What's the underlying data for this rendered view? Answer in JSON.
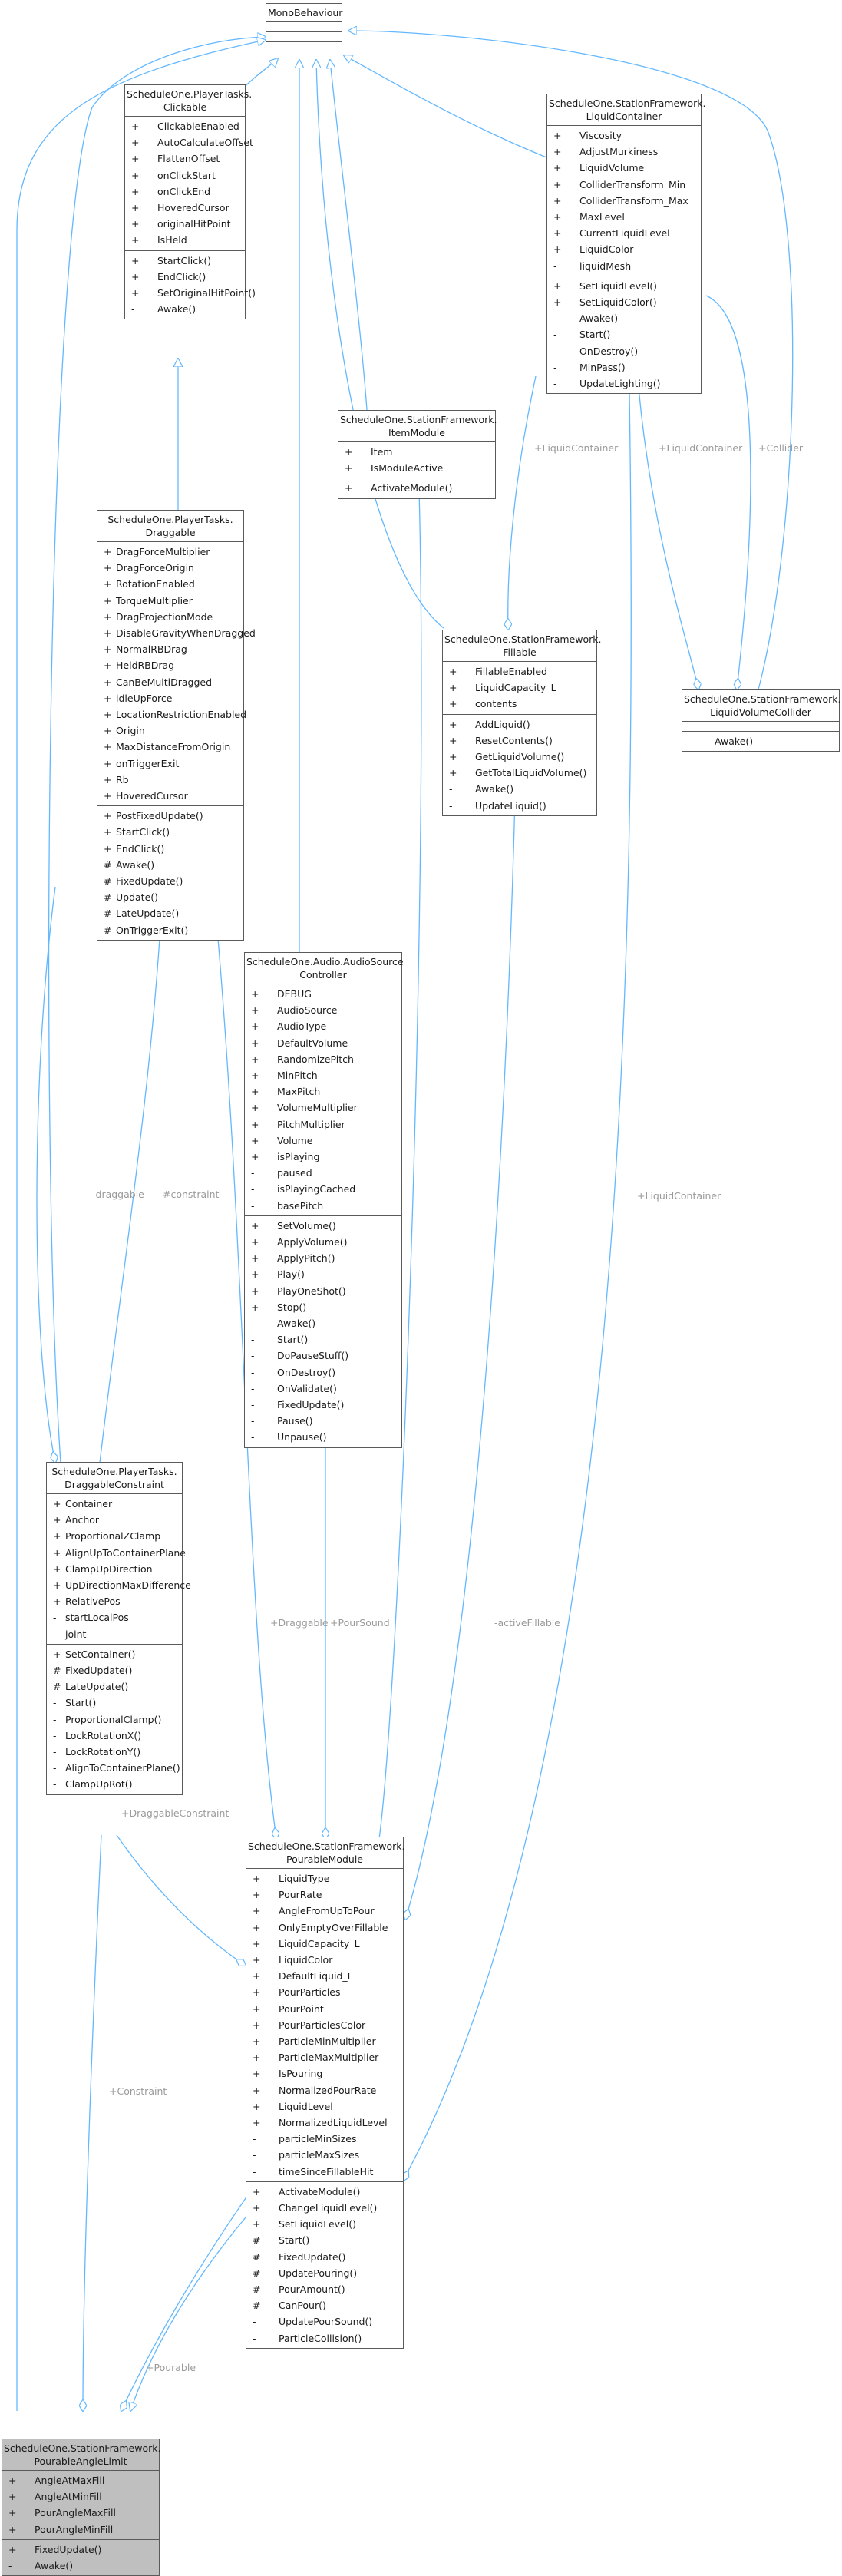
{
  "classes": {
    "mono": {
      "title": [
        "MonoBehaviour"
      ],
      "sections": [
        [],
        []
      ]
    },
    "clickable": {
      "title": [
        "ScheduleOne.PlayerTasks.",
        "Clickable"
      ],
      "sections": [
        [
          [
            "+",
            "ClickableEnabled"
          ],
          [
            "+",
            "AutoCalculateOffset"
          ],
          [
            "+",
            "FlattenOffset"
          ],
          [
            "+",
            "onClickStart"
          ],
          [
            "+",
            "onClickEnd"
          ],
          [
            "+",
            "HoveredCursor"
          ],
          [
            "+",
            "originalHitPoint"
          ],
          [
            "+",
            "IsHeld"
          ]
        ],
        [
          [
            "+",
            "StartClick()"
          ],
          [
            "+",
            "EndClick()"
          ],
          [
            "+",
            "SetOriginalHitPoint()"
          ],
          [
            "-",
            "Awake()"
          ]
        ]
      ]
    },
    "liquidContainer": {
      "title": [
        "ScheduleOne.StationFramework.",
        "LiquidContainer"
      ],
      "sections": [
        [
          [
            "+",
            "Viscosity"
          ],
          [
            "+",
            "AdjustMurkiness"
          ],
          [
            "+",
            "LiquidVolume"
          ],
          [
            "+",
            "ColliderTransform_Min"
          ],
          [
            "+",
            "ColliderTransform_Max"
          ],
          [
            "+",
            "MaxLevel"
          ],
          [
            "+",
            "CurrentLiquidLevel"
          ],
          [
            "+",
            "LiquidColor"
          ],
          [
            "-",
            "liquidMesh"
          ]
        ],
        [
          [
            "+",
            "SetLiquidLevel()"
          ],
          [
            "+",
            "SetLiquidColor()"
          ],
          [
            "-",
            "Awake()"
          ],
          [
            "-",
            "Start()"
          ],
          [
            "-",
            "OnDestroy()"
          ],
          [
            "-",
            "MinPass()"
          ],
          [
            "-",
            "UpdateLighting()"
          ]
        ]
      ]
    },
    "itemModule": {
      "title": [
        "ScheduleOne.StationFramework.",
        "ItemModule"
      ],
      "sections": [
        [
          [
            "+",
            "Item"
          ],
          [
            "+",
            "IsModuleActive"
          ]
        ],
        [
          [
            "+",
            "ActivateModule()"
          ]
        ]
      ]
    },
    "draggable": {
      "title": [
        "ScheduleOne.PlayerTasks.",
        "Draggable"
      ],
      "tight": true,
      "sections": [
        [
          [
            "+",
            "DragForceMultiplier"
          ],
          [
            "+",
            "DragForceOrigin"
          ],
          [
            "+",
            "RotationEnabled"
          ],
          [
            "+",
            "TorqueMultiplier"
          ],
          [
            "+",
            "DragProjectionMode"
          ],
          [
            "+",
            "DisableGravityWhenDragged"
          ],
          [
            "+",
            "NormalRBDrag"
          ],
          [
            "+",
            "HeldRBDrag"
          ],
          [
            "+",
            "CanBeMultiDragged"
          ],
          [
            "+",
            "idleUpForce"
          ],
          [
            "+",
            "LocationRestrictionEnabled"
          ],
          [
            "+",
            "Origin"
          ],
          [
            "+",
            "MaxDistanceFromOrigin"
          ],
          [
            "+",
            "onTriggerExit"
          ],
          [
            "+",
            "Rb"
          ],
          [
            "+",
            "HoveredCursor"
          ]
        ],
        [
          [
            "+",
            "PostFixedUpdate()"
          ],
          [
            "+",
            "StartClick()"
          ],
          [
            "+",
            "EndClick()"
          ],
          [
            "#",
            "Awake()"
          ],
          [
            "#",
            "FixedUpdate()"
          ],
          [
            "#",
            "Update()"
          ],
          [
            "#",
            "LateUpdate()"
          ],
          [
            "#",
            "OnTriggerExit()"
          ]
        ]
      ]
    },
    "fillable": {
      "title": [
        "ScheduleOne.StationFramework.",
        "Fillable"
      ],
      "sections": [
        [
          [
            "+",
            "FillableEnabled"
          ],
          [
            "+",
            "LiquidCapacity_L"
          ],
          [
            "+",
            "contents"
          ]
        ],
        [
          [
            "+",
            "AddLiquid()"
          ],
          [
            "+",
            "ResetContents()"
          ],
          [
            "+",
            "GetLiquidVolume()"
          ],
          [
            "+",
            "GetTotalLiquidVolume()"
          ],
          [
            "-",
            "Awake()"
          ],
          [
            "-",
            "UpdateLiquid()"
          ]
        ]
      ]
    },
    "liquidVolumeCollider": {
      "title": [
        "ScheduleOne.StationFramework.",
        "LiquidVolumeCollider"
      ],
      "sections": [
        [],
        [
          [
            "-",
            "Awake()"
          ]
        ]
      ]
    },
    "audioSource": {
      "title": [
        "ScheduleOne.Audio.AudioSource",
        "Controller"
      ],
      "sections": [
        [
          [
            "+",
            "DEBUG"
          ],
          [
            "+",
            "AudioSource"
          ],
          [
            "+",
            "AudioType"
          ],
          [
            "+",
            "DefaultVolume"
          ],
          [
            "+",
            "RandomizePitch"
          ],
          [
            "+",
            "MinPitch"
          ],
          [
            "+",
            "MaxPitch"
          ],
          [
            "+",
            "VolumeMultiplier"
          ],
          [
            "+",
            "PitchMultiplier"
          ],
          [
            "+",
            "Volume"
          ],
          [
            "+",
            "isPlaying"
          ],
          [
            "-",
            "paused"
          ],
          [
            "-",
            "isPlayingCached"
          ],
          [
            "-",
            "basePitch"
          ]
        ],
        [
          [
            "+",
            "SetVolume()"
          ],
          [
            "+",
            "ApplyVolume()"
          ],
          [
            "+",
            "ApplyPitch()"
          ],
          [
            "+",
            "Play()"
          ],
          [
            "+",
            "PlayOneShot()"
          ],
          [
            "+",
            "Stop()"
          ],
          [
            "-",
            "Awake()"
          ],
          [
            "-",
            "Start()"
          ],
          [
            "-",
            "DoPauseStuff()"
          ],
          [
            "-",
            "OnDestroy()"
          ],
          [
            "-",
            "OnValidate()"
          ],
          [
            "-",
            "FixedUpdate()"
          ],
          [
            "-",
            "Pause()"
          ],
          [
            "-",
            "Unpause()"
          ]
        ]
      ]
    },
    "draggableConstraint": {
      "title": [
        "ScheduleOne.PlayerTasks.",
        "DraggableConstraint"
      ],
      "tight": true,
      "sections": [
        [
          [
            "+",
            "Container"
          ],
          [
            "+",
            "Anchor"
          ],
          [
            "+",
            "ProportionalZClamp"
          ],
          [
            "+",
            "AlignUpToContainerPlane"
          ],
          [
            "+",
            "ClampUpDirection"
          ],
          [
            "+",
            "UpDirectionMaxDifference"
          ],
          [
            "+",
            "RelativePos"
          ],
          [
            "-",
            "startLocalPos"
          ],
          [
            "-",
            "joint"
          ]
        ],
        [
          [
            "+",
            "SetContainer()"
          ],
          [
            "#",
            "FixedUpdate()"
          ],
          [
            "#",
            "LateUpdate()"
          ],
          [
            "-",
            "Start()"
          ],
          [
            "-",
            "ProportionalClamp()"
          ],
          [
            "-",
            "LockRotationX()"
          ],
          [
            "-",
            "LockRotationY()"
          ],
          [
            "-",
            "AlignToContainerPlane()"
          ],
          [
            "-",
            "ClampUpRot()"
          ]
        ]
      ]
    },
    "pourable": {
      "title": [
        "ScheduleOne.StationFramework.",
        "PourableModule"
      ],
      "sections": [
        [
          [
            "+",
            "LiquidType"
          ],
          [
            "+",
            "PourRate"
          ],
          [
            "+",
            "AngleFromUpToPour"
          ],
          [
            "+",
            "OnlyEmptyOverFillable"
          ],
          [
            "+",
            "LiquidCapacity_L"
          ],
          [
            "+",
            "LiquidColor"
          ],
          [
            "+",
            "DefaultLiquid_L"
          ],
          [
            "+",
            "PourParticles"
          ],
          [
            "+",
            "PourPoint"
          ],
          [
            "+",
            "PourParticlesColor"
          ],
          [
            "+",
            "ParticleMinMultiplier"
          ],
          [
            "+",
            "ParticleMaxMultiplier"
          ],
          [
            "+",
            "IsPouring"
          ],
          [
            "+",
            "NormalizedPourRate"
          ],
          [
            "+",
            "LiquidLevel"
          ],
          [
            "+",
            "NormalizedLiquidLevel"
          ],
          [
            "-",
            "particleMinSizes"
          ],
          [
            "-",
            "particleMaxSizes"
          ],
          [
            "-",
            "timeSinceFillableHit"
          ]
        ],
        [
          [
            "+",
            "ActivateModule()"
          ],
          [
            "+",
            "ChangeLiquidLevel()"
          ],
          [
            "+",
            "SetLiquidLevel()"
          ],
          [
            "#",
            "Start()"
          ],
          [
            "#",
            "FixedUpdate()"
          ],
          [
            "#",
            "UpdatePouring()"
          ],
          [
            "#",
            "PourAmount()"
          ],
          [
            "#",
            "CanPour()"
          ],
          [
            "-",
            "UpdatePourSound()"
          ],
          [
            "-",
            "ParticleCollision()"
          ]
        ]
      ]
    },
    "angleLimit": {
      "title": [
        "ScheduleOne.StationFramework.",
        "PourableAngleLimit"
      ],
      "sections": [
        [
          [
            "+",
            "AngleAtMaxFill"
          ],
          [
            "+",
            "AngleAtMinFill"
          ],
          [
            "+",
            "PourAngleMaxFill"
          ],
          [
            "+",
            "PourAngleMinFill"
          ]
        ],
        [
          [
            "+",
            "FixedUpdate()"
          ],
          [
            "-",
            "Awake()"
          ]
        ]
      ]
    }
  },
  "edge_labels": {
    "liquidContainer1": "+LiquidContainer",
    "liquidContainer2": "+LiquidContainer",
    "collider": "+Collider",
    "draggable": "-draggable",
    "constraint1": "#constraint",
    "draggableUse": "+Draggable",
    "pourSound": "+PourSound",
    "activeFillable": "-activeFillable",
    "liquidContainer3": "+LiquidContainer",
    "draggableConstraint": "+DraggableConstraint",
    "constraint2": "+Constraint",
    "pourable": "+Pourable"
  },
  "colors": {
    "edge": "#63b8ff",
    "border": "#5a5a5a",
    "highlight": "#bfbfbf"
  }
}
